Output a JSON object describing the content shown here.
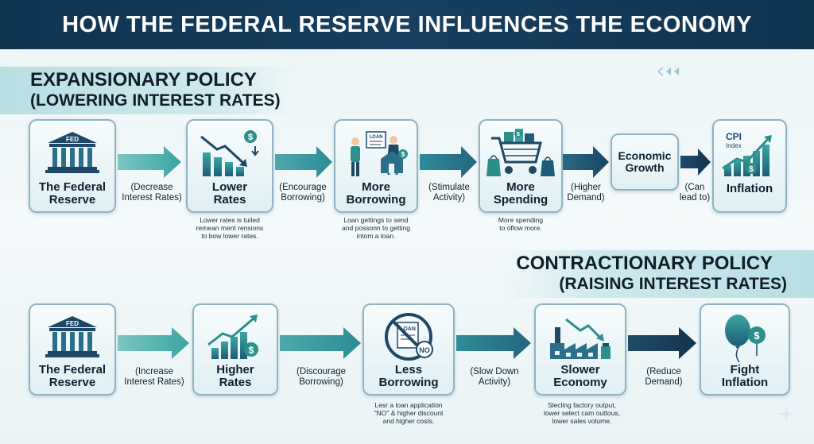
{
  "title": "HOW THE FEDERAL RESERVE INFLUENCES THE ECONOMY",
  "expansionary": {
    "heading_line1": "EXPANSIONARY POLICY",
    "heading_line2": "(LOWERING INTEREST RATES)",
    "steps": [
      {
        "label": "The Federal\nReserve",
        "icon": "fed-building-icon",
        "icon_text": "FED"
      },
      {
        "label": "Lower\nRates",
        "icon": "falling-chart-icon"
      },
      {
        "label": "More\nBorrowing",
        "icon": "loan-people-icon",
        "icon_text": "LOAN"
      },
      {
        "label": "More\nSpending",
        "icon": "shopping-cart-icon"
      },
      {
        "label": "Economic\nGrowth",
        "icon": ""
      },
      {
        "label": "Inflation",
        "icon": "cpi-chart-icon",
        "icon_text": "CPI\nIndex"
      }
    ],
    "connectors": [
      "(Decrease\nInterest Rates)",
      "(Encourage\nBorrowing)",
      "(Stimulate\nActivity)",
      "(Higher\nDemand)",
      "(Can\nlead to)"
    ],
    "notes": [
      "Lower rates is tuiled\nremean ment rensions\nto bow lower rates.",
      "Loan gettings to send\nand possonn to getting\nintom a loan.",
      "More spending\nto oflow more."
    ]
  },
  "contractionary": {
    "heading_line1": "CONTRACTIONARY POLICY",
    "heading_line2": "(RAISING INTEREST RATES)",
    "steps": [
      {
        "label": "The Federal\nReserve",
        "icon": "fed-building-icon",
        "icon_text": "FED"
      },
      {
        "label": "Higher\nRates",
        "icon": "rising-chart-icon"
      },
      {
        "label": "Less\nBorrowing",
        "icon": "no-loan-icon",
        "icon_text": "LOAN",
        "badge": "NO"
      },
      {
        "label": "Slower\nEconomy",
        "icon": "factory-icon"
      },
      {
        "label": "Fight\nInflation",
        "icon": "balloon-icon"
      }
    ],
    "connectors": [
      "(Increase\nInterest Rates)",
      "(Discourage\nBorrowing)",
      "(Slow Down\nActivity)",
      "(Reduce\nDemand)"
    ],
    "notes": [
      "Lesr a loan application\n\"NO\" & higher discount\nand higher costs.",
      "Slecling factory output,\nlower select cam outtous,\nlower sales volume."
    ]
  },
  "colors": {
    "banner": "#0f3450",
    "arrow_light": "#4fb3b0",
    "arrow_dark": "#1c3f5e",
    "box_border": "#8fb4c3",
    "icon_teal": "#2c8f8c",
    "icon_navy": "#1f4866"
  }
}
